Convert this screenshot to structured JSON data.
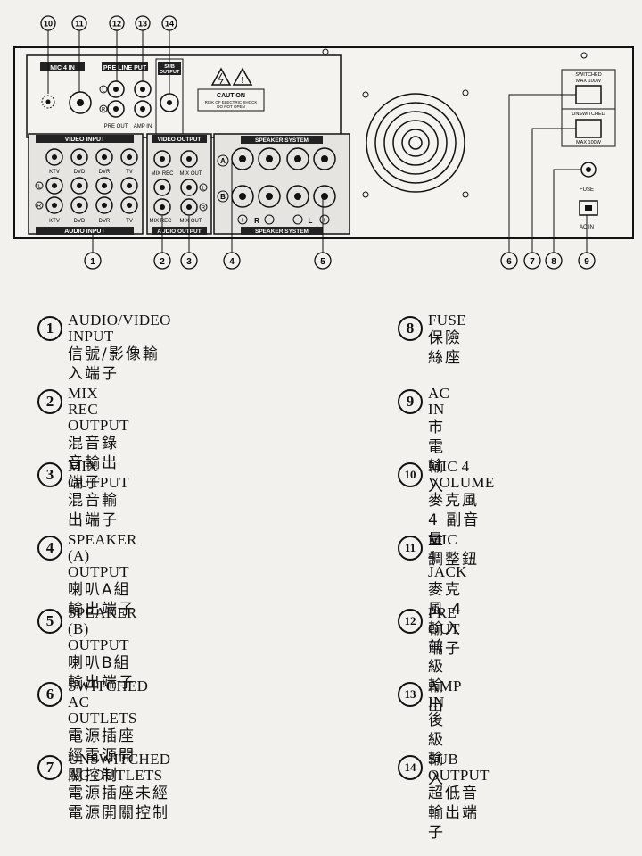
{
  "callout_numbers_top": [
    "10",
    "11",
    "12",
    "13",
    "14"
  ],
  "callout_numbers_bottom": [
    "1",
    "2",
    "3",
    "4",
    "5",
    "6",
    "7",
    "8",
    "9"
  ],
  "panel": {
    "mic4_label": "MIC 4 IN",
    "pre_line_label": "PRE LINE PUT",
    "pre_out": "PRE OUT",
    "amp_in": "AMP IN",
    "sub_output_label": "SUB\nOUTPUT",
    "caution_title": "CAUTION",
    "caution_text1": "RISK OF ELECTRIC SHOCK",
    "caution_text2": "DO NOT OPEN",
    "video_input": "VIDEO INPUT",
    "video_output": "VIDEO OUTPUT",
    "audio_input": "AUDIO INPUT",
    "audio_output": "AUDIO OUTPUT",
    "speaker_system": "SPEAKER SYSTEM",
    "switched": "SWITCHED\nMAX 100W",
    "unswitched": "UNSWITCHED",
    "max100w": "MAX 100W",
    "fuse": "FUSE",
    "ac_in": "AC IN",
    "input_labels": [
      "KTV",
      "DVD",
      "DVR",
      "TV"
    ],
    "mix_rec": "MIX REC",
    "mix_out": "MIX OUT",
    "letter_L": "L",
    "letter_R": "R",
    "letter_A": "A",
    "letter_B": "B"
  },
  "legend": [
    {
      "num": "1",
      "en": "AUDIO/VIDEO INPUT",
      "zh": "信號/影像輸入端子"
    },
    {
      "num": "2",
      "en": "MIX REC OUTPUT",
      "zh": "混音錄音輸出端子"
    },
    {
      "num": "3",
      "en": "MIX OUTPUT",
      "zh": "混音輸出端子"
    },
    {
      "num": "4",
      "en": "SPEAKER (A) OUTPUT",
      "zh": "喇叭A組輸出端子"
    },
    {
      "num": "5",
      "en": "SPEAKER (B) OUTPUT",
      "zh": "喇叭B組輸出端子"
    },
    {
      "num": "6",
      "en": "SWITCHED AC OUTLETS",
      "zh": "電源插座經電源開關控制"
    },
    {
      "num": "7",
      "en": "UNSWITCHED AC OUTLETS",
      "zh": "電源插座未經電源開關控制"
    },
    {
      "num": "8",
      "en": "FUSE",
      "zh": "保險絲座"
    },
    {
      "num": "9",
      "en": "AC IN",
      "zh": "市電輸入"
    },
    {
      "num": "10",
      "en": "MIC 4 VOLUME",
      "zh": "麥克風 4 副音量\n調整鈕"
    },
    {
      "num": "11",
      "en": "MIC 4 JACK",
      "zh": "麥克風 4 輸入端子"
    },
    {
      "num": "12",
      "en": "PRE OUT",
      "zh": "前級輸出"
    },
    {
      "num": "13",
      "en": "AMP IN",
      "zh": "後級輸入"
    },
    {
      "num": "14",
      "en": "SUB OUTPUT",
      "zh": "超低音輸出端子"
    }
  ]
}
